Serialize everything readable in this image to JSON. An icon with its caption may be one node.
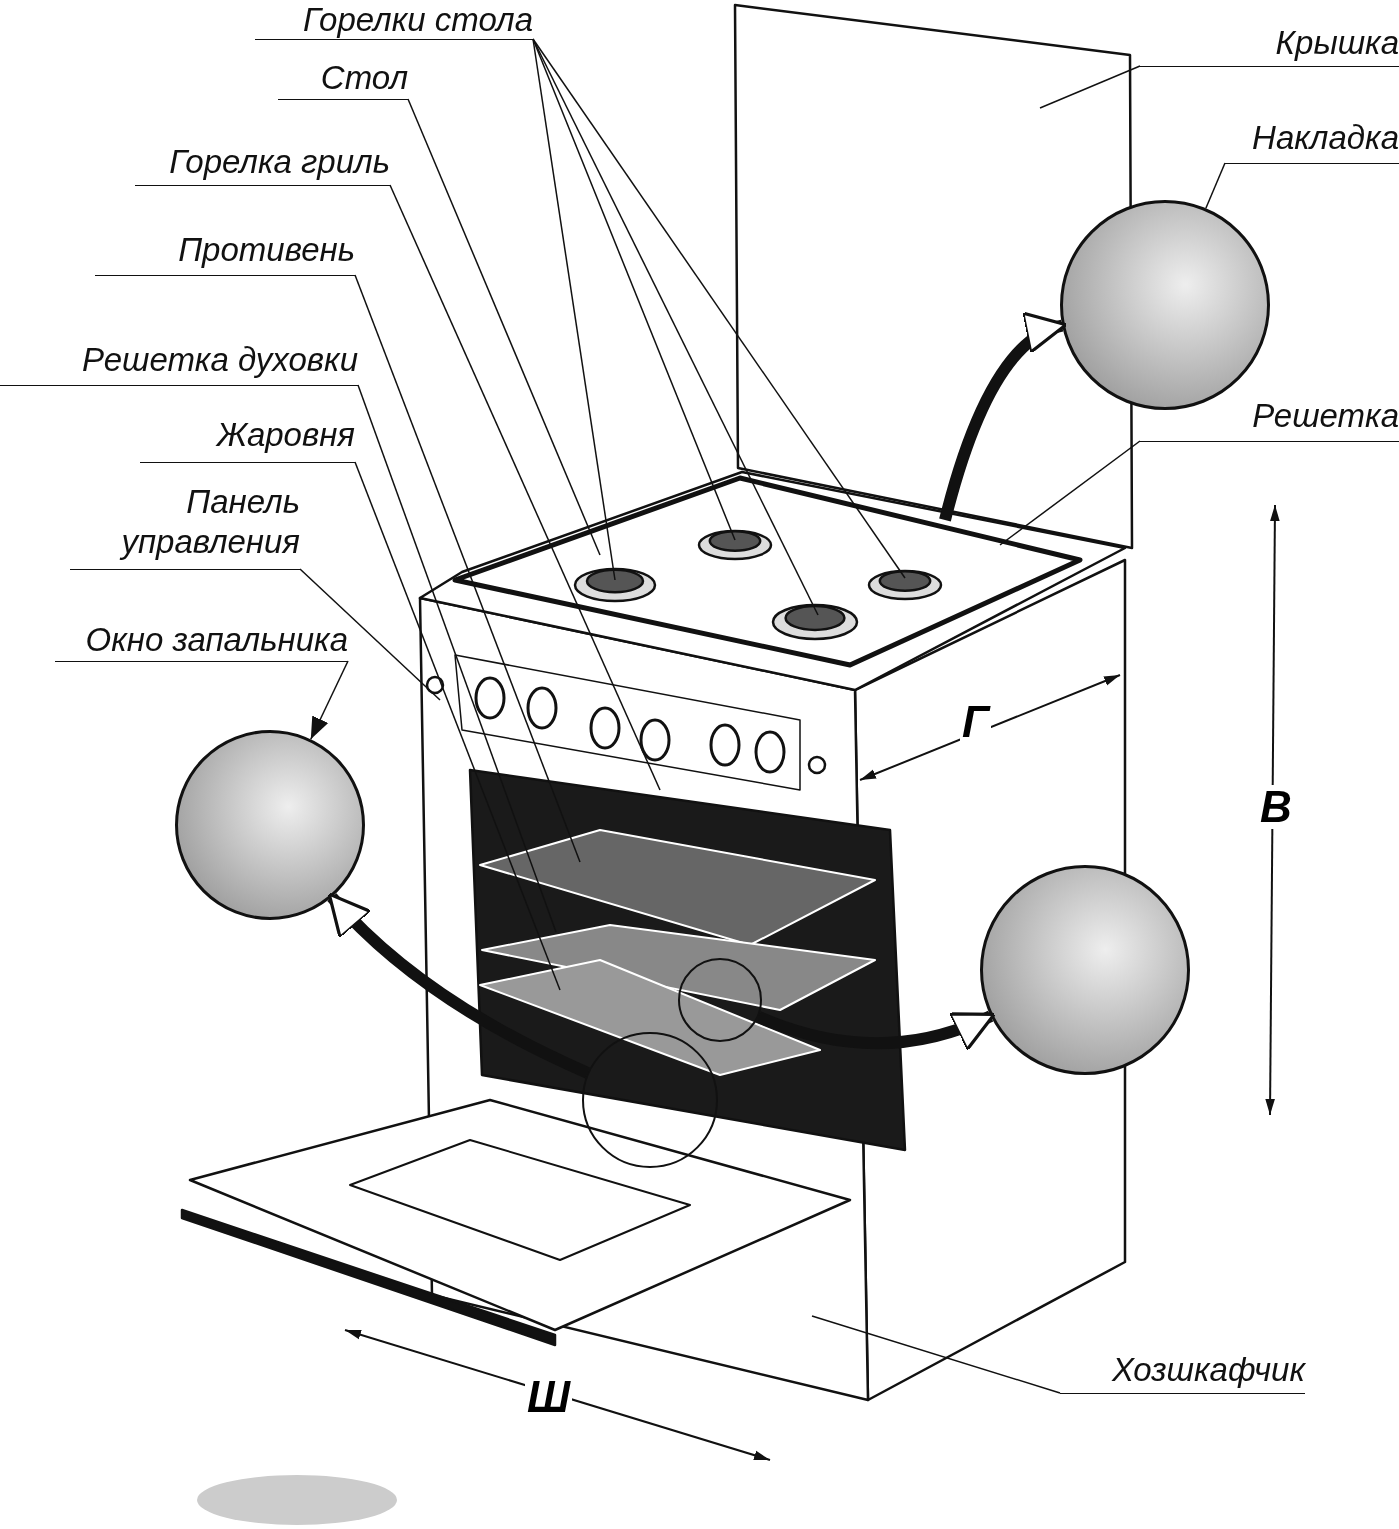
{
  "diagram": {
    "nodes": [
      {
        "text": [
          "Горелки стола"
        ]
      },
      {
        "text": [
          "Стол"
        ]
      },
      {
        "text": [
          "Горелка гриль"
        ]
      },
      {
        "text": [
          "Противень"
        ]
      },
      {
        "text": [
          "Решетка духовки"
        ]
      },
      {
        "text": [
          "Жаровня"
        ]
      },
      {
        "text": [
          "Панель управления"
        ]
      },
      {
        "text": [
          "Окно запальника"
        ]
      },
      {
        "text": [
          "Крышка"
        ]
      },
      {
        "text": [
          "Накладка"
        ]
      },
      {
        "text": [
          "Решетка"
        ]
      },
      {
        "text": [
          "Хозшкафчик"
        ]
      },
      {
        "text": [],
        "shape": "picture"
      },
      {
        "text": [],
        "shape": "picture"
      },
      {
        "text": [],
        "shape": "picture"
      },
      {
        "text": [],
        "shape": "circle"
      },
      {
        "text": [],
        "shape": "circle"
      }
    ],
    "edges": [
      {
        "from": 0,
        "to": null,
        "arrow": "none"
      },
      {
        "from": 0,
        "to": null,
        "arrow": "none"
      },
      {
        "from": 0,
        "to": null,
        "arrow": "none"
      },
      {
        "from": 0,
        "to": null,
        "arrow": "none"
      },
      {
        "from": 1,
        "to": null,
        "arrow": "none"
      },
      {
        "from": 2,
        "to": null,
        "arrow": "none"
      },
      {
        "from": 3,
        "to": null,
        "arrow": "none"
      },
      {
        "from": 4,
        "to": null,
        "arrow": "none"
      },
      {
        "from": 5,
        "to": null,
        "arrow": "none"
      },
      {
        "from": 6,
        "to": null,
        "arrow": "none"
      },
      {
        "from": 7,
        "to": 13,
        "arrow": "to"
      },
      {
        "from": 8,
        "to": null,
        "arrow": "none"
      },
      {
        "from": 9,
        "to": 12,
        "arrow": "none"
      },
      {
        "from": 10,
        "to": null,
        "arrow": "none"
      },
      {
        "from": 11,
        "to": null,
        "arrow": "none"
      },
      {
        "from": null,
        "to": 12,
        "arrow": "to",
        "style": "thick"
      },
      {
        "from": 16,
        "to": 13,
        "arrow": "to",
        "style": "thick"
      },
      {
        "from": 15,
        "to": 14,
        "arrow": "to",
        "style": "thick"
      }
    ],
    "labels": [
      "Г",
      "В",
      "Ш"
    ]
  }
}
